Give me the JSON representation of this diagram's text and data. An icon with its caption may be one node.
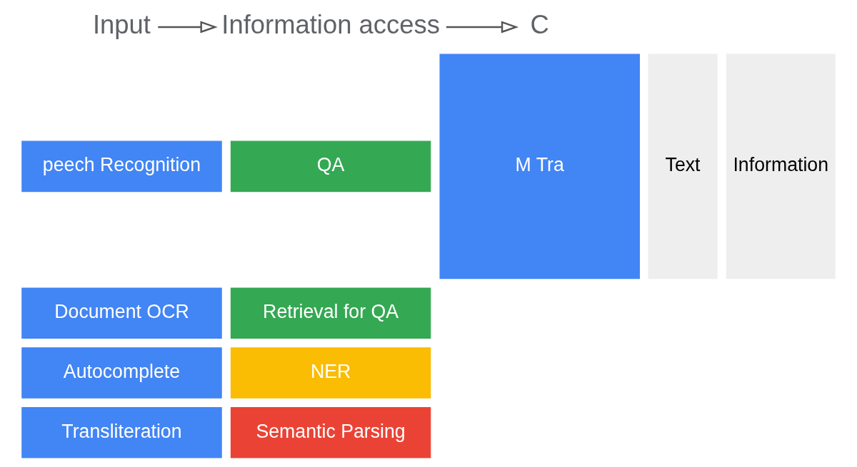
{
  "diagram": {
    "nodes": [
      {
        "text": [
          "Input"
        ]
      },
      {
        "text": [
          "Information access"
        ]
      },
      {
        "text": [
          "C"
        ]
      },
      {
        "text": [
          "peech Recognition"
        ]
      },
      {
        "text": [
          "Document OCR"
        ]
      },
      {
        "text": [
          "Autocomplete"
        ]
      },
      {
        "text": [
          "Transliteration"
        ]
      },
      {
        "text": [
          "Text"
        ]
      },
      {
        "text": [
          "QA"
        ]
      },
      {
        "text": [
          "Retrieval for QA"
        ]
      },
      {
        "text": [
          "NER"
        ]
      },
      {
        "text": [
          "Semantic Parsing"
        ]
      },
      {
        "text": [
          "Information"
        ]
      },
      {
        "text": [
          "M Tra"
        ]
      }
    ],
    "edges": [
      {
        "from": 0,
        "to": 1,
        "arrow": "to"
      },
      {
        "from": 1,
        "to": 2,
        "arrow": "to"
      }
    ]
  }
}
